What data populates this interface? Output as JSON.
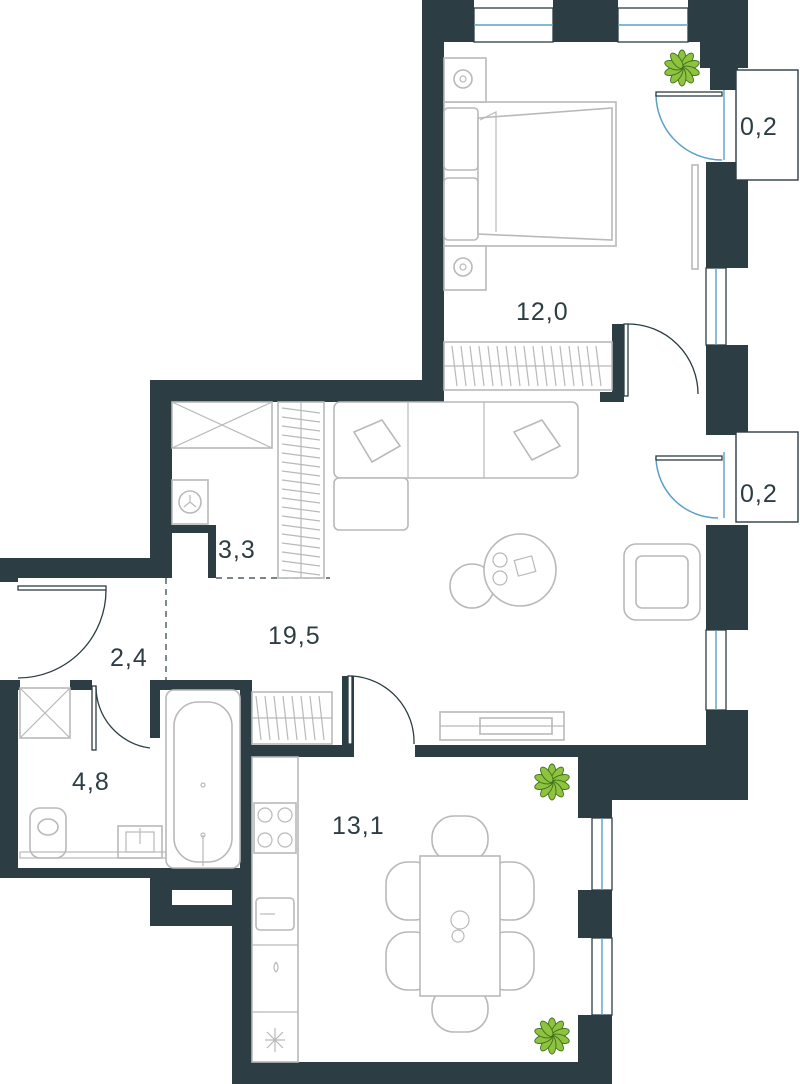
{
  "colors": {
    "wall": "#2c3d44",
    "window_glass": "#5aa0c8",
    "furniture": "#b9b9b9",
    "plant": "#8fc33e",
    "text": "#2c3d44"
  },
  "rooms": [
    {
      "id": "bedroom",
      "area": "12,0"
    },
    {
      "id": "balcony-top",
      "area": "0,2"
    },
    {
      "id": "balcony-middle",
      "area": "0,2"
    },
    {
      "id": "wardrobe",
      "area": "3,3"
    },
    {
      "id": "living-room",
      "area": "19,5"
    },
    {
      "id": "hallway",
      "area": "2,4"
    },
    {
      "id": "bathroom",
      "area": "4,8"
    },
    {
      "id": "kitchen",
      "area": "13,1"
    }
  ],
  "icons": [
    "double-bed-icon",
    "nightstand-icon",
    "sofa-icon",
    "armchair-icon",
    "coffee-table-icon",
    "tv-stand-icon",
    "dining-table-icon",
    "chair-icon",
    "bathtub-icon",
    "toilet-icon",
    "sink-icon",
    "stove-icon",
    "washing-machine-icon",
    "plant-icon",
    "wardrobe-icon"
  ]
}
